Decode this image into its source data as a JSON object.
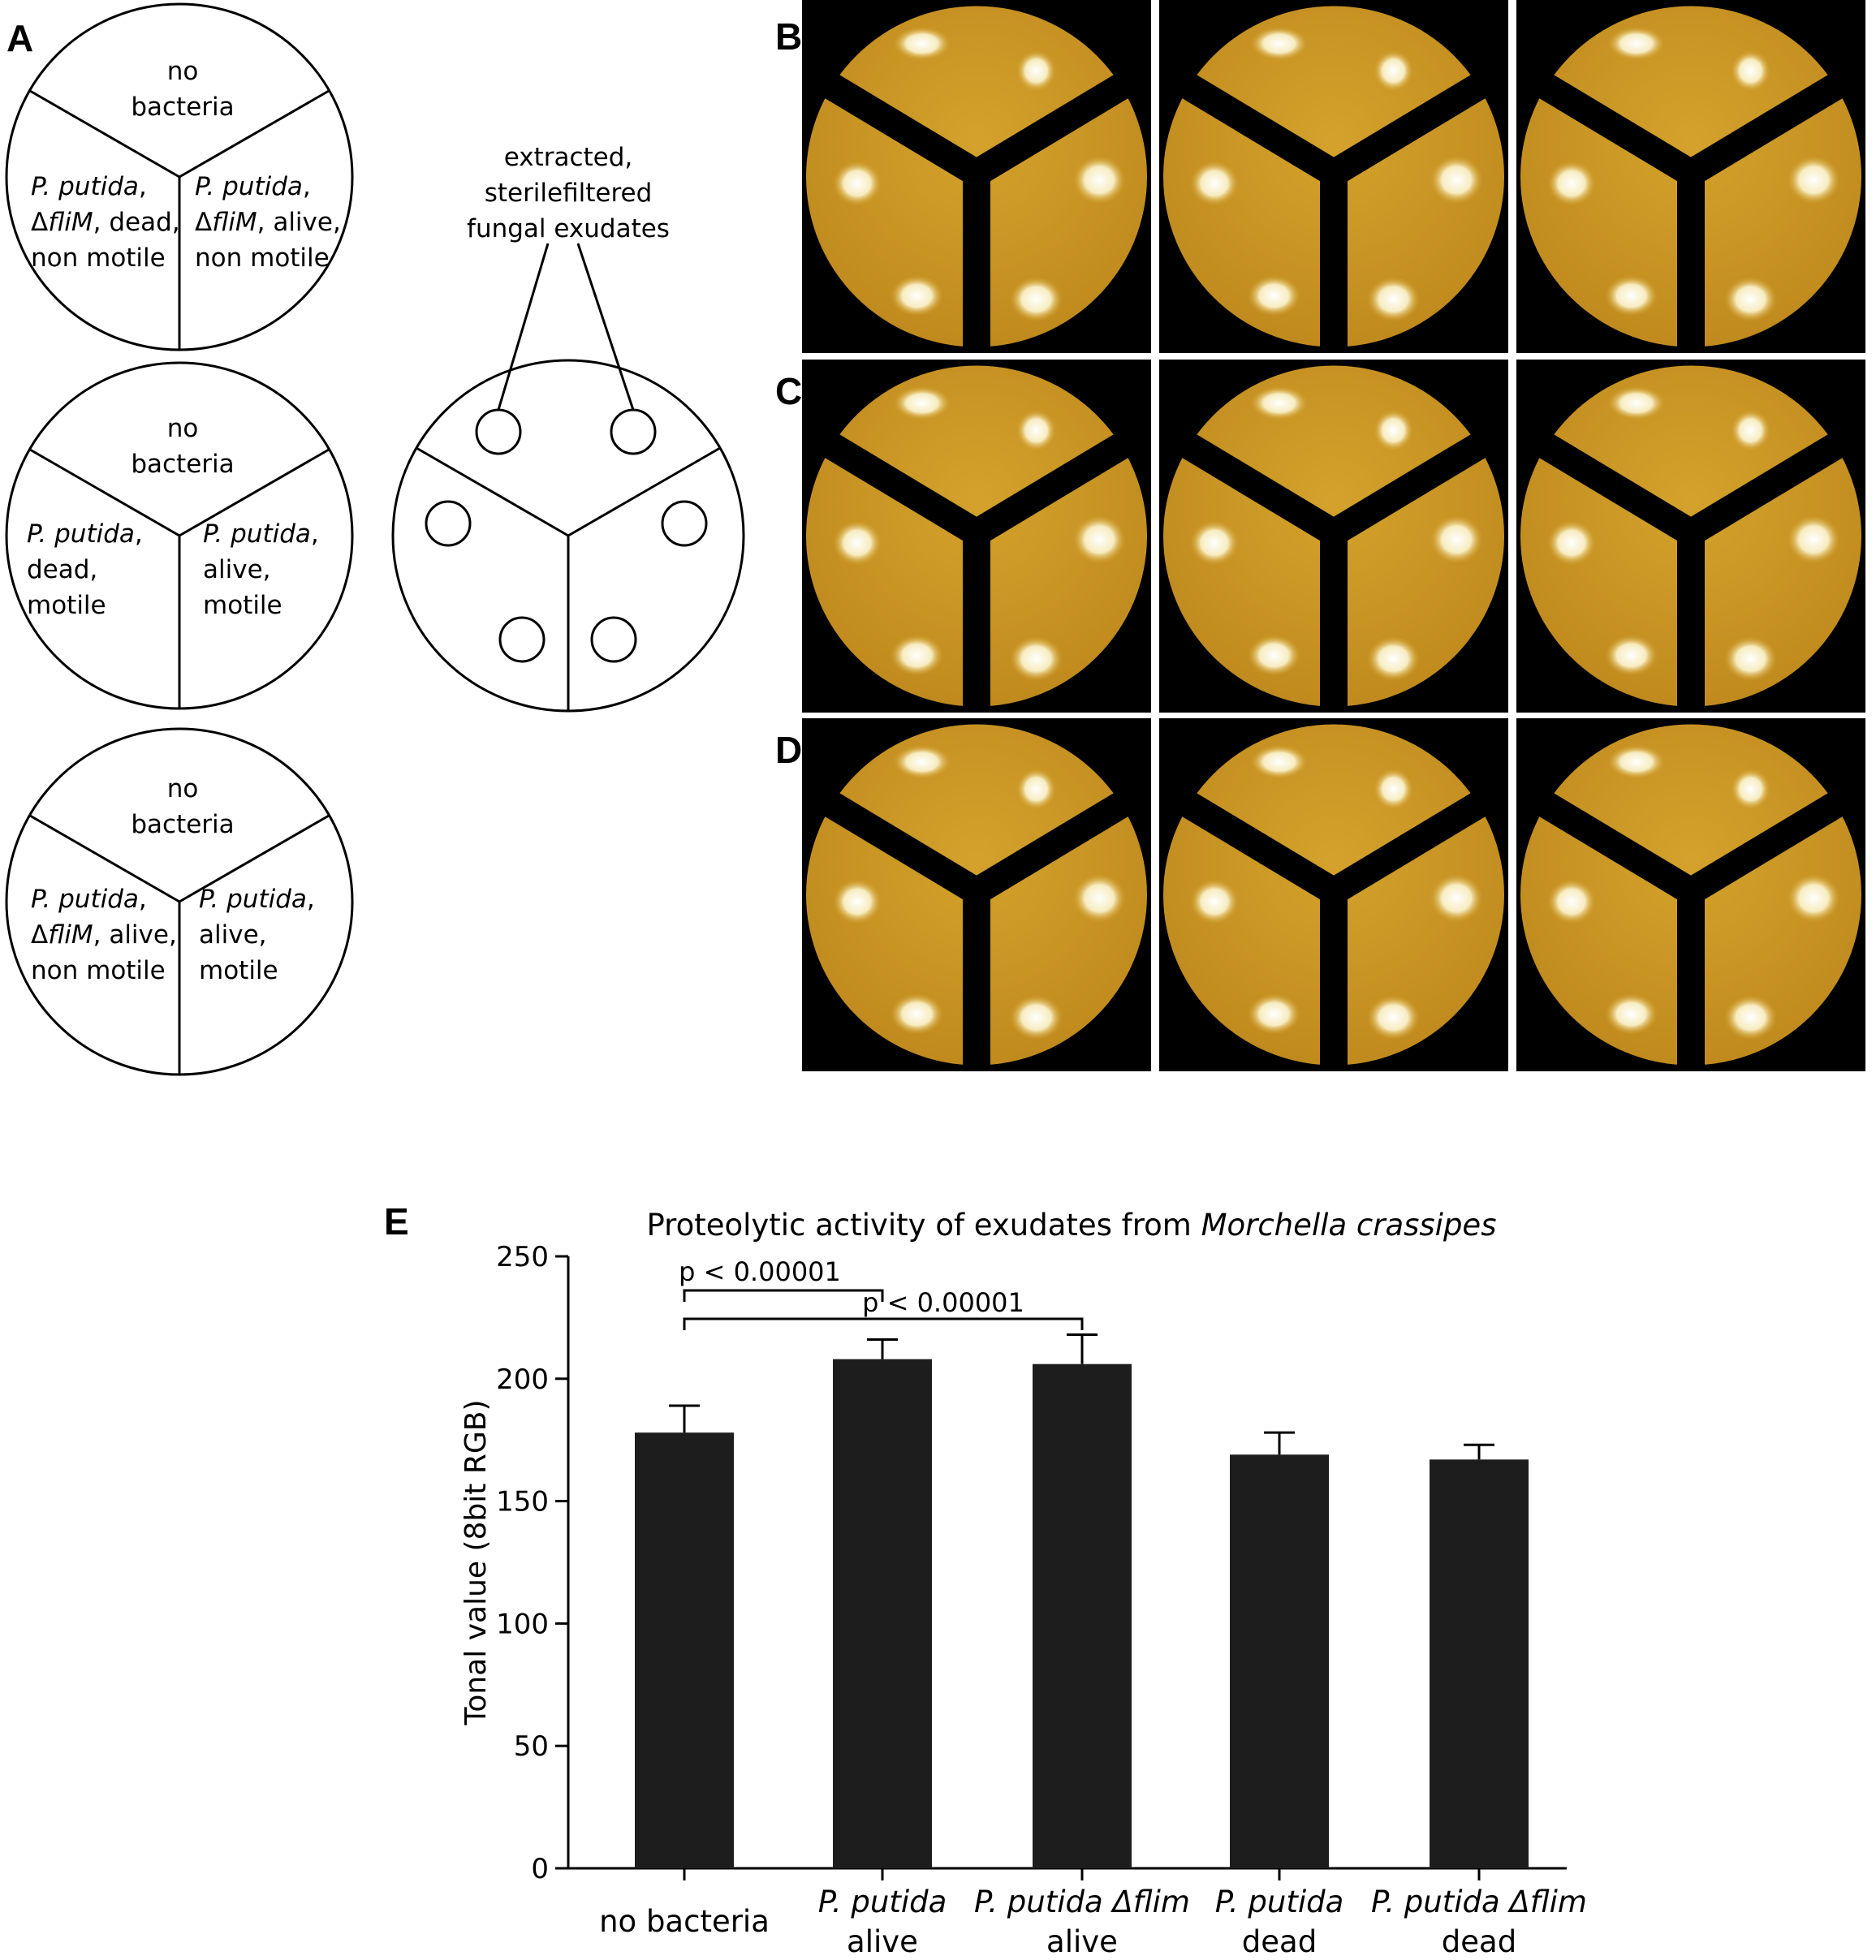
{
  "panel_labels": {
    "a": "A",
    "b": "B",
    "c": "C",
    "d": "D",
    "e": "E"
  },
  "panel_a": {
    "plate1": {
      "top": "no\nbacteria",
      "left": [
        "P. putida",
        ",",
        "Δ",
        "fliM",
        ", dead,",
        "non motile"
      ],
      "right": [
        "P. putida",
        ",",
        "Δ",
        "fliM",
        ", alive,",
        "non motile"
      ]
    },
    "plate2": {
      "top": "no\nbacteria",
      "left": [
        "P. putida",
        ",",
        "dead,",
        "motile"
      ],
      "right": [
        "P. putida",
        ",",
        "alive,",
        "motile"
      ]
    },
    "plate3": {
      "top": "no\nbacteria",
      "left": [
        "P. putida",
        ",",
        "Δ",
        "fliM",
        ", alive,",
        "non motile"
      ],
      "right": [
        "P. putida",
        ",",
        "alive,",
        "motile"
      ]
    },
    "schematic_caption": [
      "extracted,",
      "sterilefiltered",
      "fungal exudates"
    ]
  },
  "plate_colors": {
    "agar": "#d4a22c",
    "agar_dark": "#c08a1e",
    "spot": "#f7ecc0",
    "background": "#000000"
  },
  "chart_data": {
    "type": "bar",
    "title_plain": "Proteolytic activity of exudates from ",
    "title_italic": "Morchella crassipes",
    "ylabel": "Tonal value (8bit RGB)",
    "ylim": [
      0,
      250
    ],
    "yticks": [
      0,
      50,
      100,
      150,
      200,
      250
    ],
    "categories": [
      {
        "italic": "",
        "line2": "no bacteria"
      },
      {
        "italic": "P. putida",
        "line2": "alive"
      },
      {
        "italic": "P. putida Δflim",
        "line2": "alive"
      },
      {
        "italic": "P. putida",
        "line2": "dead"
      },
      {
        "italic": "P. putida Δflim",
        "line2": "dead"
      }
    ],
    "values": [
      178,
      208,
      206,
      169,
      167
    ],
    "errors": [
      11,
      8,
      12,
      9,
      6
    ],
    "bar_color": "#1e1d1d",
    "annotations": [
      {
        "text": "p < 0.00001",
        "from": 0,
        "to": 1,
        "y": 225
      },
      {
        "text": "p < 0.00001",
        "from": 0,
        "to": 2,
        "y": 218
      }
    ]
  }
}
